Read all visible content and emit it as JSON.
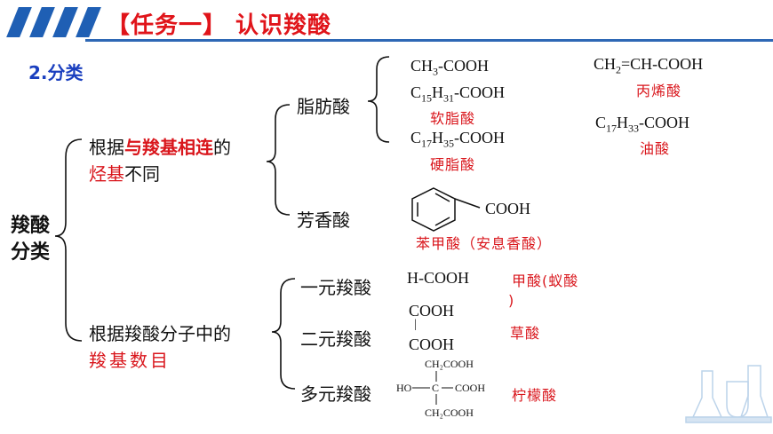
{
  "header": {
    "title": "【任务一】 认识羧酸"
  },
  "section_label": "2.分类",
  "root": {
    "line1": "羧酸",
    "line2": "分类"
  },
  "branch_hydrocarbon": {
    "text_a": "根据",
    "text_b": "与羧基相连",
    "text_c": "的",
    "text_d": "烃基",
    "text_e": "不同"
  },
  "branch_count": {
    "text_a": "根据羧酸分子中的",
    "text_b": "羧基数目"
  },
  "fatty": {
    "label": "脂肪酸",
    "acetic": {
      "a": "CH",
      "s1": "3",
      "b": "-COOH"
    },
    "palmitic": {
      "a": "C",
      "s1": "15",
      "b": "H",
      "s2": "31",
      "c": "-COOH",
      "name": "软脂酸"
    },
    "stearic": {
      "a": "C",
      "s1": "17",
      "b": "H",
      "s2": "35",
      "c": "-COOH",
      "name": "硬脂酸"
    },
    "acrylic": {
      "a": "CH",
      "s1": "2",
      "b": "=CH-COOH",
      "name": "丙烯酸"
    },
    "oleic": {
      "a": "C",
      "s1": "17",
      "b": "H",
      "s2": "33",
      "c": "-COOH",
      "name": "油酸"
    }
  },
  "aromatic": {
    "label": "芳香酸",
    "group": "COOH",
    "name": "苯甲酸（安息香酸）"
  },
  "mono": {
    "label": "一元羧酸",
    "formula": "H-COOH",
    "name": "甲酸(蚁酸",
    "name_tail": ")"
  },
  "di": {
    "label": "二元羧酸",
    "top": "COOH",
    "bond": "|",
    "bottom": "COOH",
    "name": "草酸"
  },
  "poly": {
    "label": "多元羧酸",
    "top": "CH₂COOH",
    "mid_left": "HO",
    "mid_c": "C",
    "mid_right": "COOH",
    "bottom": "CH₂COOH",
    "name": "柠檬酸"
  },
  "colors": {
    "accent": "#1f5fb4",
    "title_red": "#e0141a",
    "name_red": "#d9161c",
    "section_blue": "#1a3fbf"
  }
}
